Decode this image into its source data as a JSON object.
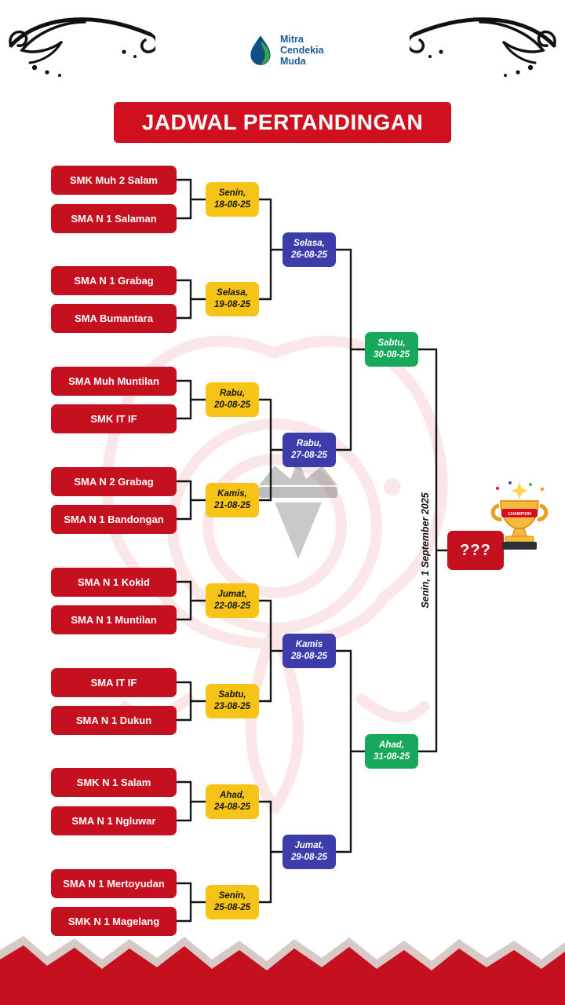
{
  "title": "JADWAL PERTANDINGAN",
  "logo": {
    "line1": "Mitra",
    "line2": "Cendekia",
    "line3": "Muda"
  },
  "bracket": {
    "teams": [
      "SMK Muh 2 Salam",
      "SMA N 1 Salaman",
      "SMA N 1 Grabag",
      "SMA Bumantara",
      "SMA Muh Muntilan",
      "SMK IT IF",
      "SMA N 2 Grabag",
      "SMA N 1 Bandongan",
      "SMA N 1 Kokid",
      "SMA N 1 Muntilan",
      "SMA IT IF",
      "SMA N 1 Dukun",
      "SMK N 1 Salam",
      "SMA N 1 Ngluwar",
      "SMA N 1 Mertoyudan",
      "SMK N 1 Magelang"
    ],
    "round1": [
      {
        "day": "Senin,",
        "date": "18-08-25"
      },
      {
        "day": "Selasa,",
        "date": "19-08-25"
      },
      {
        "day": "Rabu,",
        "date": "20-08-25"
      },
      {
        "day": "Kamis,",
        "date": "21-08-25"
      },
      {
        "day": "Jumat,",
        "date": "22-08-25"
      },
      {
        "day": "Sabtu,",
        "date": "23-08-25"
      },
      {
        "day": "Ahad,",
        "date": "24-08-25"
      },
      {
        "day": "Senin,",
        "date": "25-08-25"
      }
    ],
    "round2": [
      {
        "day": "Selasa,",
        "date": "26-08-25"
      },
      {
        "day": "Rabu,",
        "date": "27-08-25"
      },
      {
        "day": "Kamis",
        "date": "28-08-25"
      },
      {
        "day": "Jumat,",
        "date": "29-08-25"
      }
    ],
    "round3": [
      {
        "day": "Sabtu,",
        "date": "30-08-25"
      },
      {
        "day": "Ahad,",
        "date": "31-08-25"
      }
    ],
    "final": {
      "winner_placeholder": "???",
      "date_text": "Senin, 1 September 2025"
    }
  },
  "trophy": {
    "band_label": "CHAMPION"
  },
  "colors": {
    "red": "#c5101f",
    "banner_red": "#d1101f",
    "yellow": "#f5c417",
    "blue": "#3c3caa",
    "green": "#17a85b",
    "logo_blue": "#1b5a92",
    "logo_green": "#3aa648"
  }
}
